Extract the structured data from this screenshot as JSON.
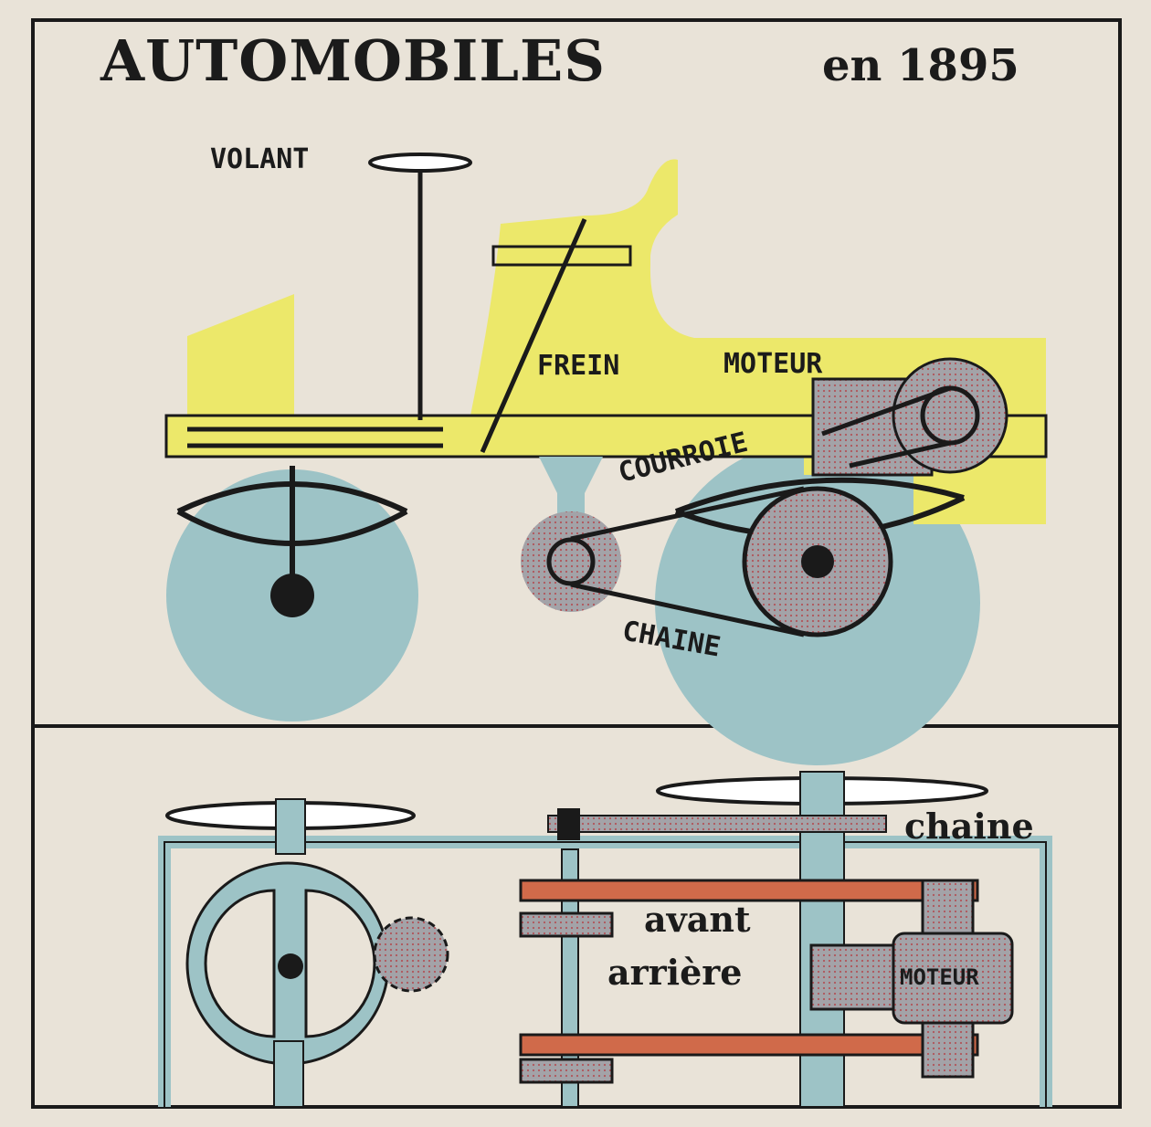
{
  "title": {
    "main": "AUTOMOBILES",
    "year": "en 1895"
  },
  "side_view": {
    "labels": {
      "volant": "VOLANT",
      "frein": "FREIN",
      "moteur": "MOTEUR",
      "courroie": "COURROIE",
      "chaine": "CHAINE"
    }
  },
  "plan_view": {
    "labels": {
      "chaine": "chaine",
      "avant": "avant",
      "arriere": "arrière",
      "moteur": "MOTEUR"
    }
  },
  "colors": {
    "paper": "#e9e3d8",
    "body_yellow": "#ece86a",
    "wheel_blue": "#9dc3c6",
    "engine_gray": "#a3a3a8",
    "belt_red": "#d06a4a",
    "ink": "#1a1a1a"
  }
}
